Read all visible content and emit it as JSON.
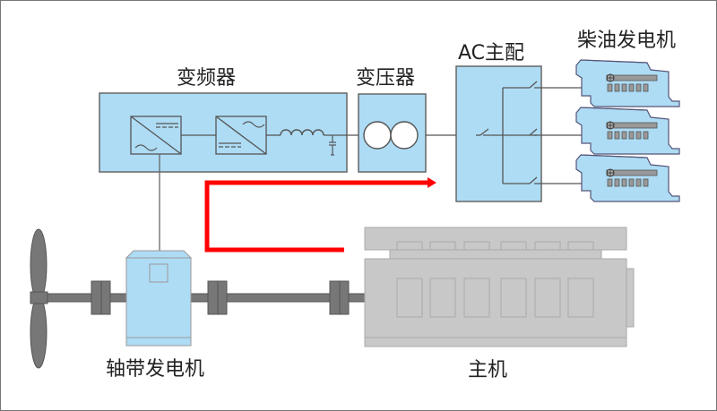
{
  "diagram": {
    "title": "Shaft generator power system",
    "labels": {
      "vfd": "变频器",
      "transformer": "变压器",
      "ac_main": "AC主配",
      "diesel_gen": "柴油发电机",
      "shaft_gen": "轴带发电机",
      "main_engine": "主机"
    },
    "colors": {
      "box_fill": "#aedcf5",
      "box_stroke": "#666666",
      "flow_arrow": "#ff0000",
      "machine_gray": "#c8c8c8",
      "shaft_gray": "#777777"
    },
    "flow": {
      "direction": "main-engine to AC main switchboard"
    },
    "diesel_generator_count": 3
  }
}
